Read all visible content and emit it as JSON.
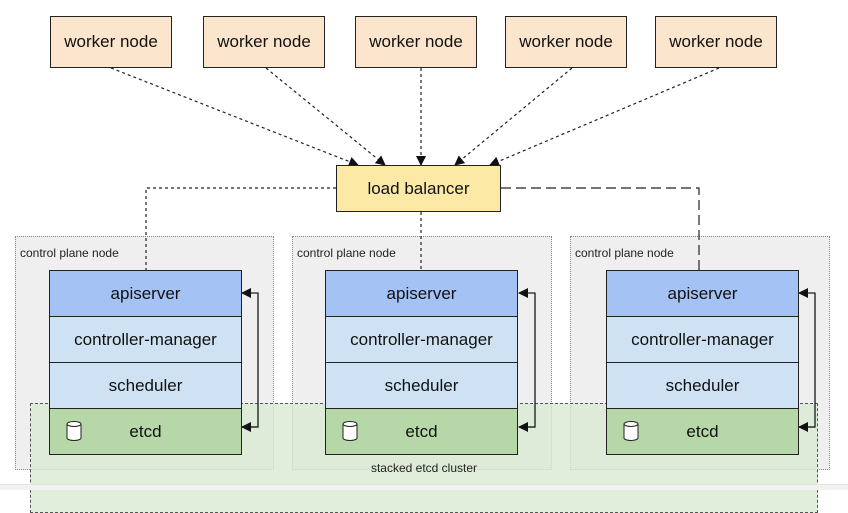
{
  "workers": [
    "worker node",
    "worker node",
    "worker node",
    "worker node",
    "worker node"
  ],
  "load_balancer": "load balancer",
  "control_plane_nodes": [
    {
      "label": "control plane node",
      "components": [
        "apiserver",
        "controller-manager",
        "scheduler",
        "etcd"
      ]
    },
    {
      "label": "control plane node",
      "components": [
        "apiserver",
        "controller-manager",
        "scheduler",
        "etcd"
      ]
    },
    {
      "label": "control plane node",
      "components": [
        "apiserver",
        "controller-manager",
        "scheduler",
        "etcd"
      ]
    }
  ],
  "etcd_cluster_label": "stacked etcd cluster",
  "colors": {
    "worker": "#fbe5cd",
    "load_balancer": "#fde9a6",
    "apiserver": "#a4c2f4",
    "controller_manager": "#cfe2f3",
    "scheduler": "#cfe2f3",
    "etcd": "#b6d7a8",
    "control_plane_bg": "#efefef",
    "etcd_cluster_bg": "#d9ead3"
  }
}
